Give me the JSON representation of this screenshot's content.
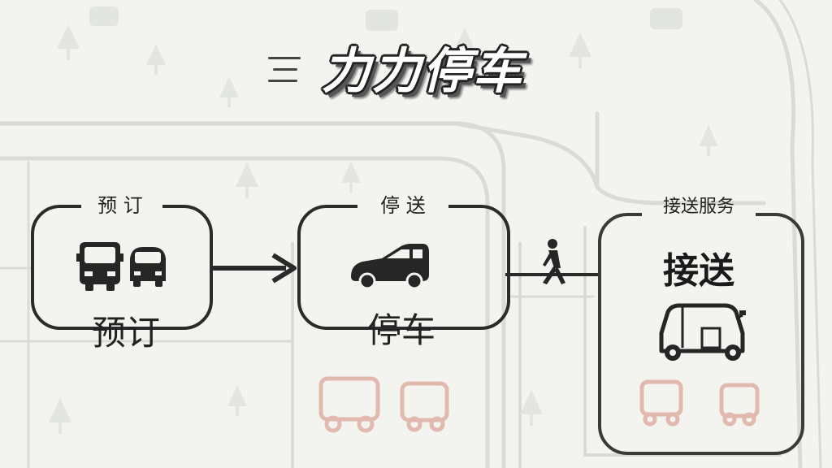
{
  "title": "力力停车",
  "steps": [
    {
      "top_label": "预 订",
      "main_label": "预订",
      "icon": "bus-and-van-icon"
    },
    {
      "top_label": "停 送",
      "main_label": "停车",
      "icon": "car-icon"
    },
    {
      "top_label": "接送服务",
      "main_label": "接送",
      "icon": "shuttle-cart-icon"
    }
  ],
  "colors": {
    "ink": "#262626",
    "background": "#f3f3ef",
    "faded_map": "#d9dcd6",
    "faded_vehicle": "#e2b9ae"
  }
}
